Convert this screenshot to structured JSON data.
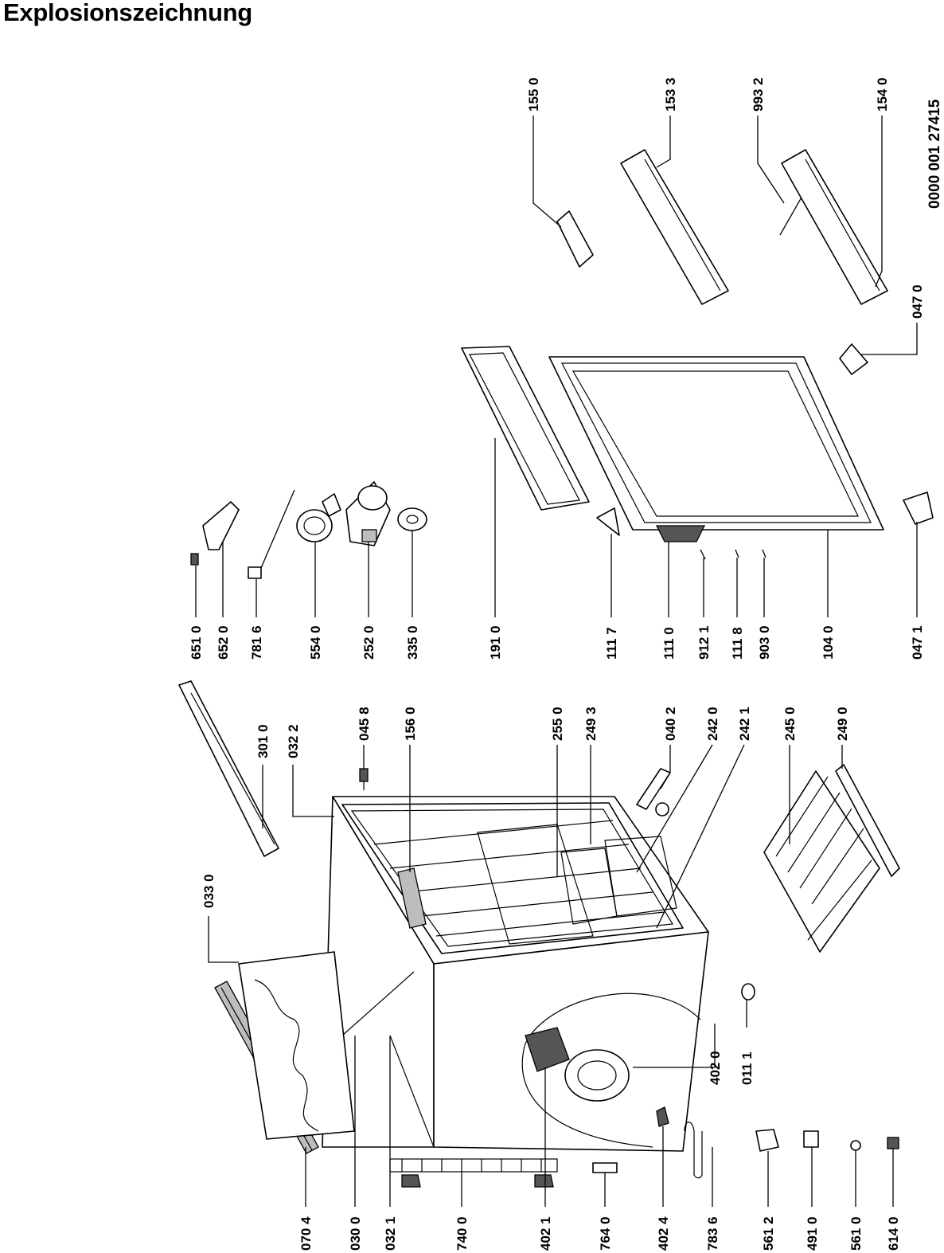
{
  "title": "Explosionszeichnung",
  "document_number": "0000 001 27415",
  "part_labels": {
    "p0704": "070 4",
    "p0300": "030 0",
    "p0321": "032 1",
    "p7400": "740 0",
    "p4021": "402 1",
    "p7640": "764 0",
    "p4024": "402 4",
    "p7836": "783 6",
    "p5612": "561 2",
    "p4910": "491 0",
    "p5610": "561 0",
    "p6140": "614 0",
    "p0330": "033 0",
    "p3010": "301 0",
    "p0322": "032 2",
    "p0458": "045 8",
    "p1560": "156 0",
    "p2550": "255 0",
    "p2493": "249 3",
    "p0402": "040 2",
    "p2420": "242 0",
    "p2421": "242 1",
    "p2450": "245 0",
    "p2490": "249 0",
    "p4020": "402 0",
    "p0111": "011 1",
    "p6510": "651 0",
    "p6520": "652 0",
    "p7816": "781 6",
    "p5540": "554 0",
    "p2520": "252 0",
    "p3350": "335 0",
    "p1910": "191 0",
    "p1117": "111 7",
    "p1110": "111 0",
    "p9121": "912 1",
    "p1118": "111 8",
    "p9030": "903 0",
    "p1040": "104 0",
    "p0471": "047 1",
    "p1550": "155 0",
    "p1533": "153 3",
    "p9932": "993 2",
    "p1540": "154 0",
    "p0470": "047 0"
  }
}
